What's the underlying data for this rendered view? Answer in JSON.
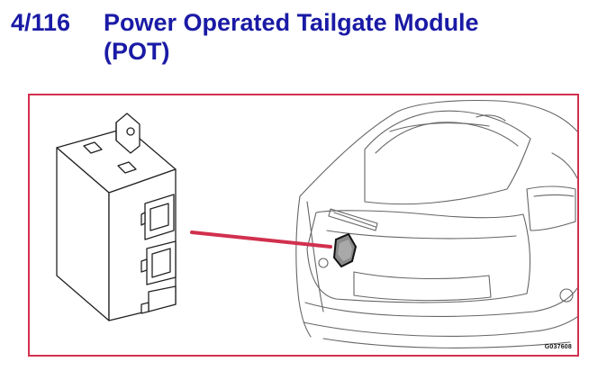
{
  "heading": {
    "code": "4/116",
    "title": "Power Operated Tailgate Module (POT)"
  },
  "figure": {
    "code": "G037608",
    "colors": {
      "heading": "#1a1aa6",
      "frame": "#d1304e",
      "leader": "#d1304e",
      "module_marker": "#8a8a8a"
    },
    "icons": [
      "control-module",
      "vehicle-rear-tailgate"
    ]
  }
}
